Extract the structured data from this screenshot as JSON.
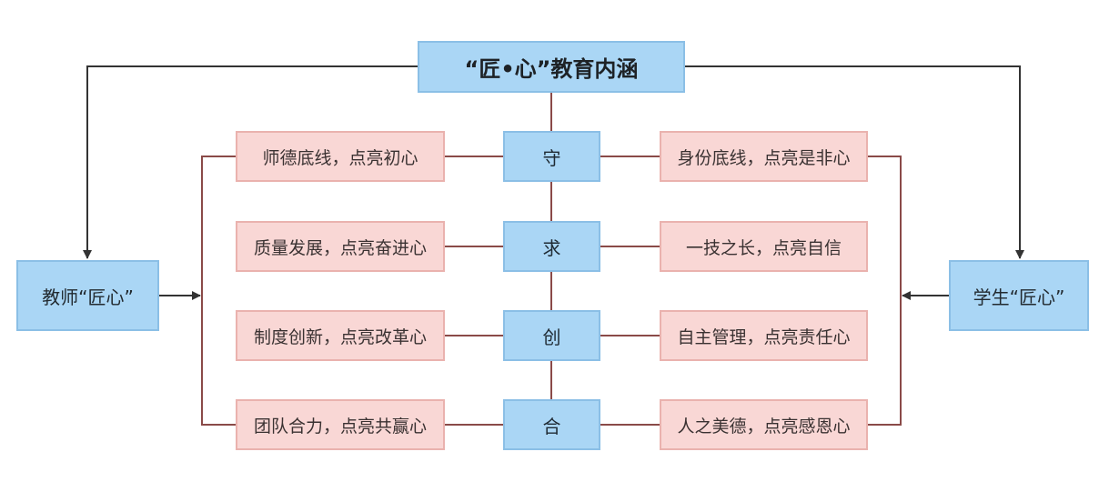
{
  "title": "“匠•心”教育内涵",
  "teacher": "教师“匠心”",
  "student": "学生“匠心”",
  "centers": [
    "守",
    "求",
    "创",
    "合"
  ],
  "left_items": [
    "师德底线，点亮初心",
    "质量发展，点亮奋进心",
    "制度创新，点亮改革心",
    "团队合力，点亮共赢心"
  ],
  "right_items": [
    "身份底线，点亮是非心",
    "一技之长，点亮自信",
    "自主管理，点亮责任心",
    "人之美德，点亮感恩心"
  ],
  "colors": {
    "blue_fill": "#aad6f5",
    "pink_fill": "#f9d7d5",
    "connector": "#8a4a48",
    "arrow": "#333333"
  }
}
